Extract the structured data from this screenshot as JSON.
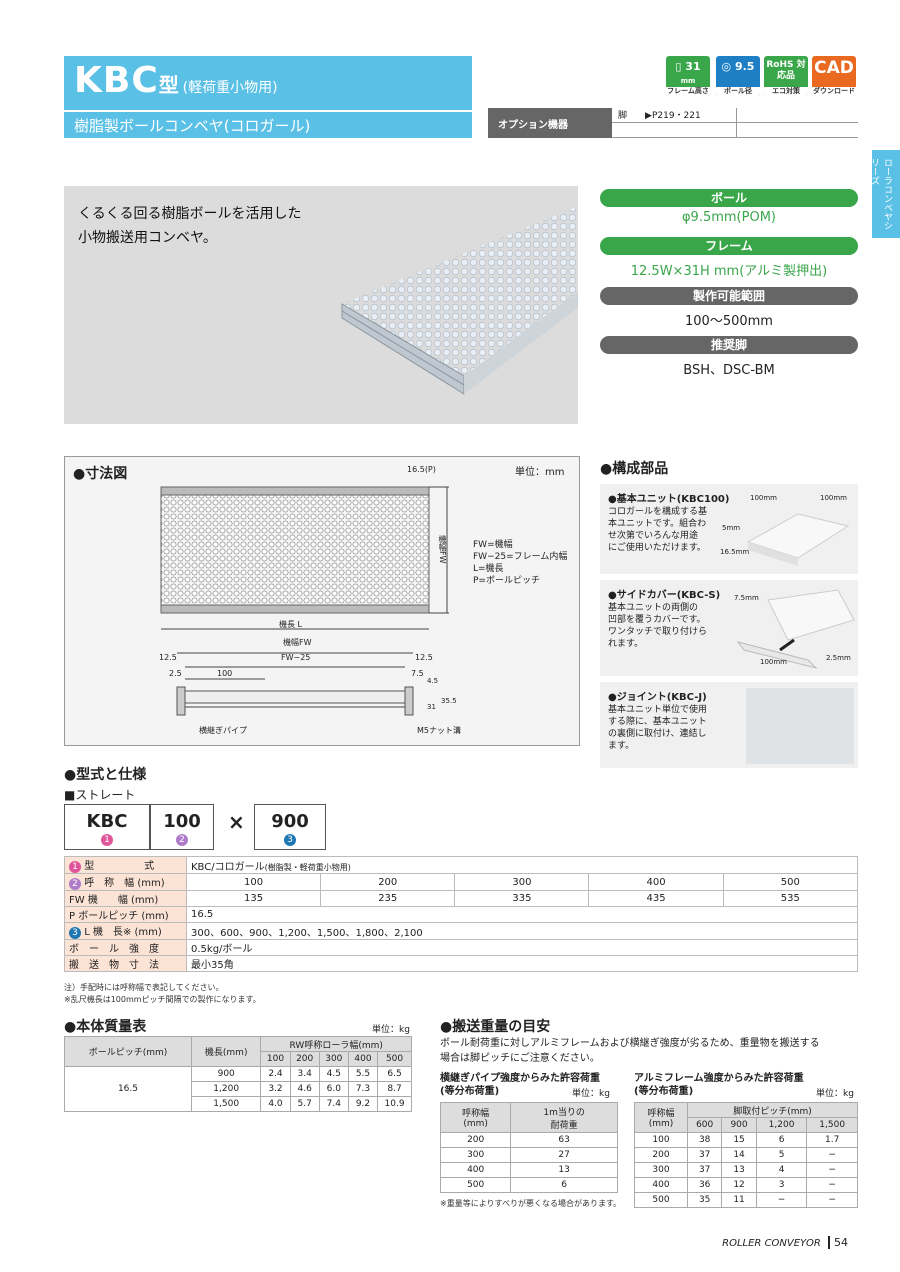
{
  "header": {
    "title_en": "KBC",
    "title_kata": "型",
    "title_sub": "(軽荷重小物用)",
    "subtitle": "樹脂製ボールコンベヤ(コロガール)"
  },
  "badges": [
    {
      "main": "31",
      "sub": "mm",
      "cap": "フレーム高さ",
      "color": "#3aa64a"
    },
    {
      "main": "9.5",
      "sub": "",
      "cap": "ボール径",
      "color": "#1e7fc4"
    },
    {
      "main": "RoHS 対応品",
      "sub": "",
      "cap": "エコ対策",
      "color": "#3aa64a"
    },
    {
      "main": "CAD",
      "sub": "",
      "cap": "ダウンロード",
      "color": "#e8691f"
    }
  ],
  "options": {
    "label": "オプション機器",
    "leg": "脚",
    "leg_ref": "▶P219・221"
  },
  "side_tab": "ローラコンベヤシリーズ",
  "hero": {
    "desc_line1": "くるくる回る樹脂ボールを活用した",
    "desc_line2": "小物搬送用コンベヤ。"
  },
  "specs": [
    {
      "head": "ボール",
      "value": "φ9.5mm(POM)",
      "head_color": "#3aa64a",
      "value_color": "#3aa64a"
    },
    {
      "head": "フレーム",
      "value": "12.5W×31H mm(アルミ製押出)",
      "head_color": "#3aa64a",
      "value_color": "#3aa64a"
    },
    {
      "head": "製作可能範囲",
      "value": "100〜500mm",
      "head_color": "#666666",
      "value_color": "#222222"
    },
    {
      "head": "推奨脚",
      "value": "BSH、DSC-BM",
      "head_color": "#666666",
      "value_color": "#222222"
    }
  ],
  "dims": {
    "title": "●寸法図",
    "unit": "単位：mm",
    "pitch": "16.5(P)",
    "fw_side": "機幅FW",
    "legend": [
      "FW=機幅",
      "FW−25=フレーム内幅",
      "L=機長",
      "P=ボールピッチ"
    ],
    "length": "機長 L",
    "width": "機幅FW",
    "fw25": "FW−25",
    "d125a": "12.5",
    "d125b": "12.5",
    "d25": "2.5",
    "d100": "100",
    "d75": "7.5",
    "d45": "4.5",
    "d31": "31",
    "d355": "35.5",
    "pipe": "横継ぎパイプ",
    "nut": "M5ナット溝"
  },
  "parts": {
    "title": "●構成部品",
    "items": [
      {
        "title": "●基本ユニット(KBC100)",
        "desc": [
          "コロガールを構成する基",
          "本ユニットです。組合わ",
          "せ次第でいろんな用途",
          "にご使用いただけます。"
        ],
        "labels": [
          "100mm",
          "100mm",
          "5mm",
          "16.5mm"
        ]
      },
      {
        "title": "●サイドカバー(KBC-S)",
        "desc": [
          "基本ユニットの両側の",
          "凹部を覆うカバーです。",
          "ワンタッチで取り付けら",
          "れます。"
        ],
        "labels": [
          "7.5mm",
          "100mm",
          "2.5mm"
        ]
      },
      {
        "title": "●ジョイント(KBC-J)",
        "desc": [
          "基本ユニット単位で使用",
          "する際に、基本ユニット",
          "の裏側に取付け、連結し",
          "ます。"
        ]
      }
    ]
  },
  "model": {
    "title": "●型式と仕様",
    "straight": "■ストレート",
    "kbc": "KBC",
    "width": "100",
    "times": "×",
    "length": "900",
    "n1": "1",
    "n2": "2",
    "n3": "3"
  },
  "spec_table": {
    "row1": {
      "label": "型　　　　　式",
      "value": "KBC/コロガール",
      "value_note": "(樹脂製・軽荷重小物用)"
    },
    "row2": {
      "label": "呼　称　幅",
      "unit": "(mm)",
      "values": [
        "100",
        "200",
        "300",
        "400",
        "500"
      ]
    },
    "row3": {
      "label": "FW 機　　幅",
      "unit": "(mm)",
      "values": [
        "135",
        "235",
        "335",
        "435",
        "535"
      ]
    },
    "row4": {
      "label": "P ボールピッチ",
      "unit": "(mm)",
      "value": "16.5"
    },
    "row5": {
      "label": "L 機　長",
      "unit": "※ (mm)",
      "value": "300、600、900、1,200、1,500、1,800、2,100"
    },
    "row6": {
      "label": "ボ　ー　ル　強　度",
      "value": "0.5kg/ボール"
    },
    "row7": {
      "label": "搬　送　物　寸　法",
      "value": "最小35角"
    },
    "note1": "注）手配時には呼称幅で表記してください。",
    "note2": "※乱尺機長は100mmピッチ間隔での製作になります。"
  },
  "weight": {
    "title": "●本体質量表",
    "unit": "単位：kg",
    "h_pitch": "ボールピッチ(mm)",
    "h_len": "機長(mm)",
    "h_rw": "RW呼称ローラ幅(mm)",
    "cols": [
      "100",
      "200",
      "300",
      "400",
      "500"
    ],
    "pitch": "16.5",
    "rows": [
      {
        "len": "900",
        "vals": [
          "2.4",
          "3.4",
          "4.5",
          "5.5",
          "6.5"
        ]
      },
      {
        "len": "1,200",
        "vals": [
          "3.2",
          "4.6",
          "6.0",
          "7.3",
          "8.7"
        ]
      },
      {
        "len": "1,500",
        "vals": [
          "4.0",
          "5.7",
          "7.4",
          "9.2",
          "10.9"
        ]
      }
    ]
  },
  "load": {
    "title": "●搬送重量の目安",
    "desc1": "ボール耐荷重に対しアルミフレームおよび横継ぎ強度が劣るため、重量物を搬送する",
    "desc2": "場合は脚ピッチにご注意ください。",
    "t1_title1": "横継ぎパイプ強度からみた許容荷重",
    "t1_title2": "(等分布荷重)",
    "t1_unit": "単位：kg",
    "t1_h1a": "呼称幅",
    "t1_h1b": "(mm)",
    "t1_h2a": "1m当りの",
    "t1_h2b": "耐荷重",
    "t1_rows": [
      [
        "200",
        "63"
      ],
      [
        "300",
        "27"
      ],
      [
        "400",
        "13"
      ],
      [
        "500",
        "6"
      ]
    ],
    "t1_note": "※重量等によりすべりが悪くなる場合があります。",
    "t2_title1": "アルミフレーム強度からみた許容荷重",
    "t2_title2": "(等分布荷重)",
    "t2_unit": "単位：kg",
    "t2_h1": "呼称幅",
    "t2_h1b": "(mm)",
    "t2_h2": "脚取付ピッチ(mm)",
    "t2_cols": [
      "600",
      "900",
      "1,200",
      "1,500"
    ],
    "t2_rows": [
      [
        "100",
        "38",
        "15",
        "6",
        "1.7"
      ],
      [
        "200",
        "37",
        "14",
        "5",
        "−"
      ],
      [
        "300",
        "37",
        "13",
        "4",
        "−"
      ],
      [
        "400",
        "36",
        "12",
        "3",
        "−"
      ],
      [
        "500",
        "35",
        "11",
        "−",
        "−"
      ]
    ]
  },
  "footer": {
    "label": "ROLLER CONVEYOR",
    "page": "54"
  }
}
